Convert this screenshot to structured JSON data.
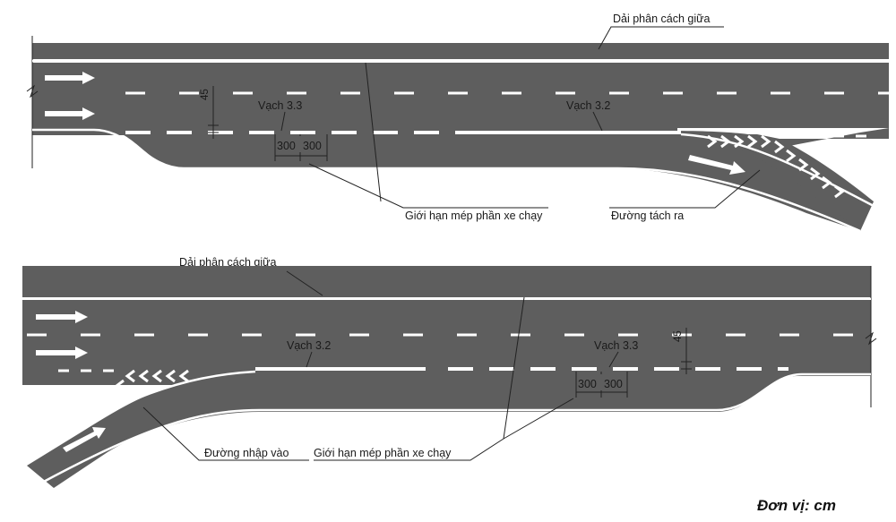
{
  "top_panel": {
    "median_label": "Dải phân cách giữa",
    "mark_3_3": "Vạch 3.3",
    "mark_3_2": "Vạch 3.2",
    "dim_45": "45",
    "dim_300_a": "300",
    "dim_300_b": "300",
    "edge_label": "Giới hạn mép phần xe chạy",
    "diverge_label": "Đường tách ra"
  },
  "bottom_panel": {
    "median_label": "Dải phân cách giữa",
    "mark_3_2": "Vạch 3.2",
    "mark_3_3": "Vạch 3.3",
    "dim_45": "45",
    "dim_300_a": "300",
    "dim_300_b": "300",
    "merge_label": "Đường nhập vào",
    "edge_label": "Giới hạn mép phần xe chạy"
  },
  "unit_label": "Đơn vị: cm",
  "colors": {
    "road": "#5e5e5e",
    "marking": "#ffffff",
    "background": "#ffffff"
  }
}
